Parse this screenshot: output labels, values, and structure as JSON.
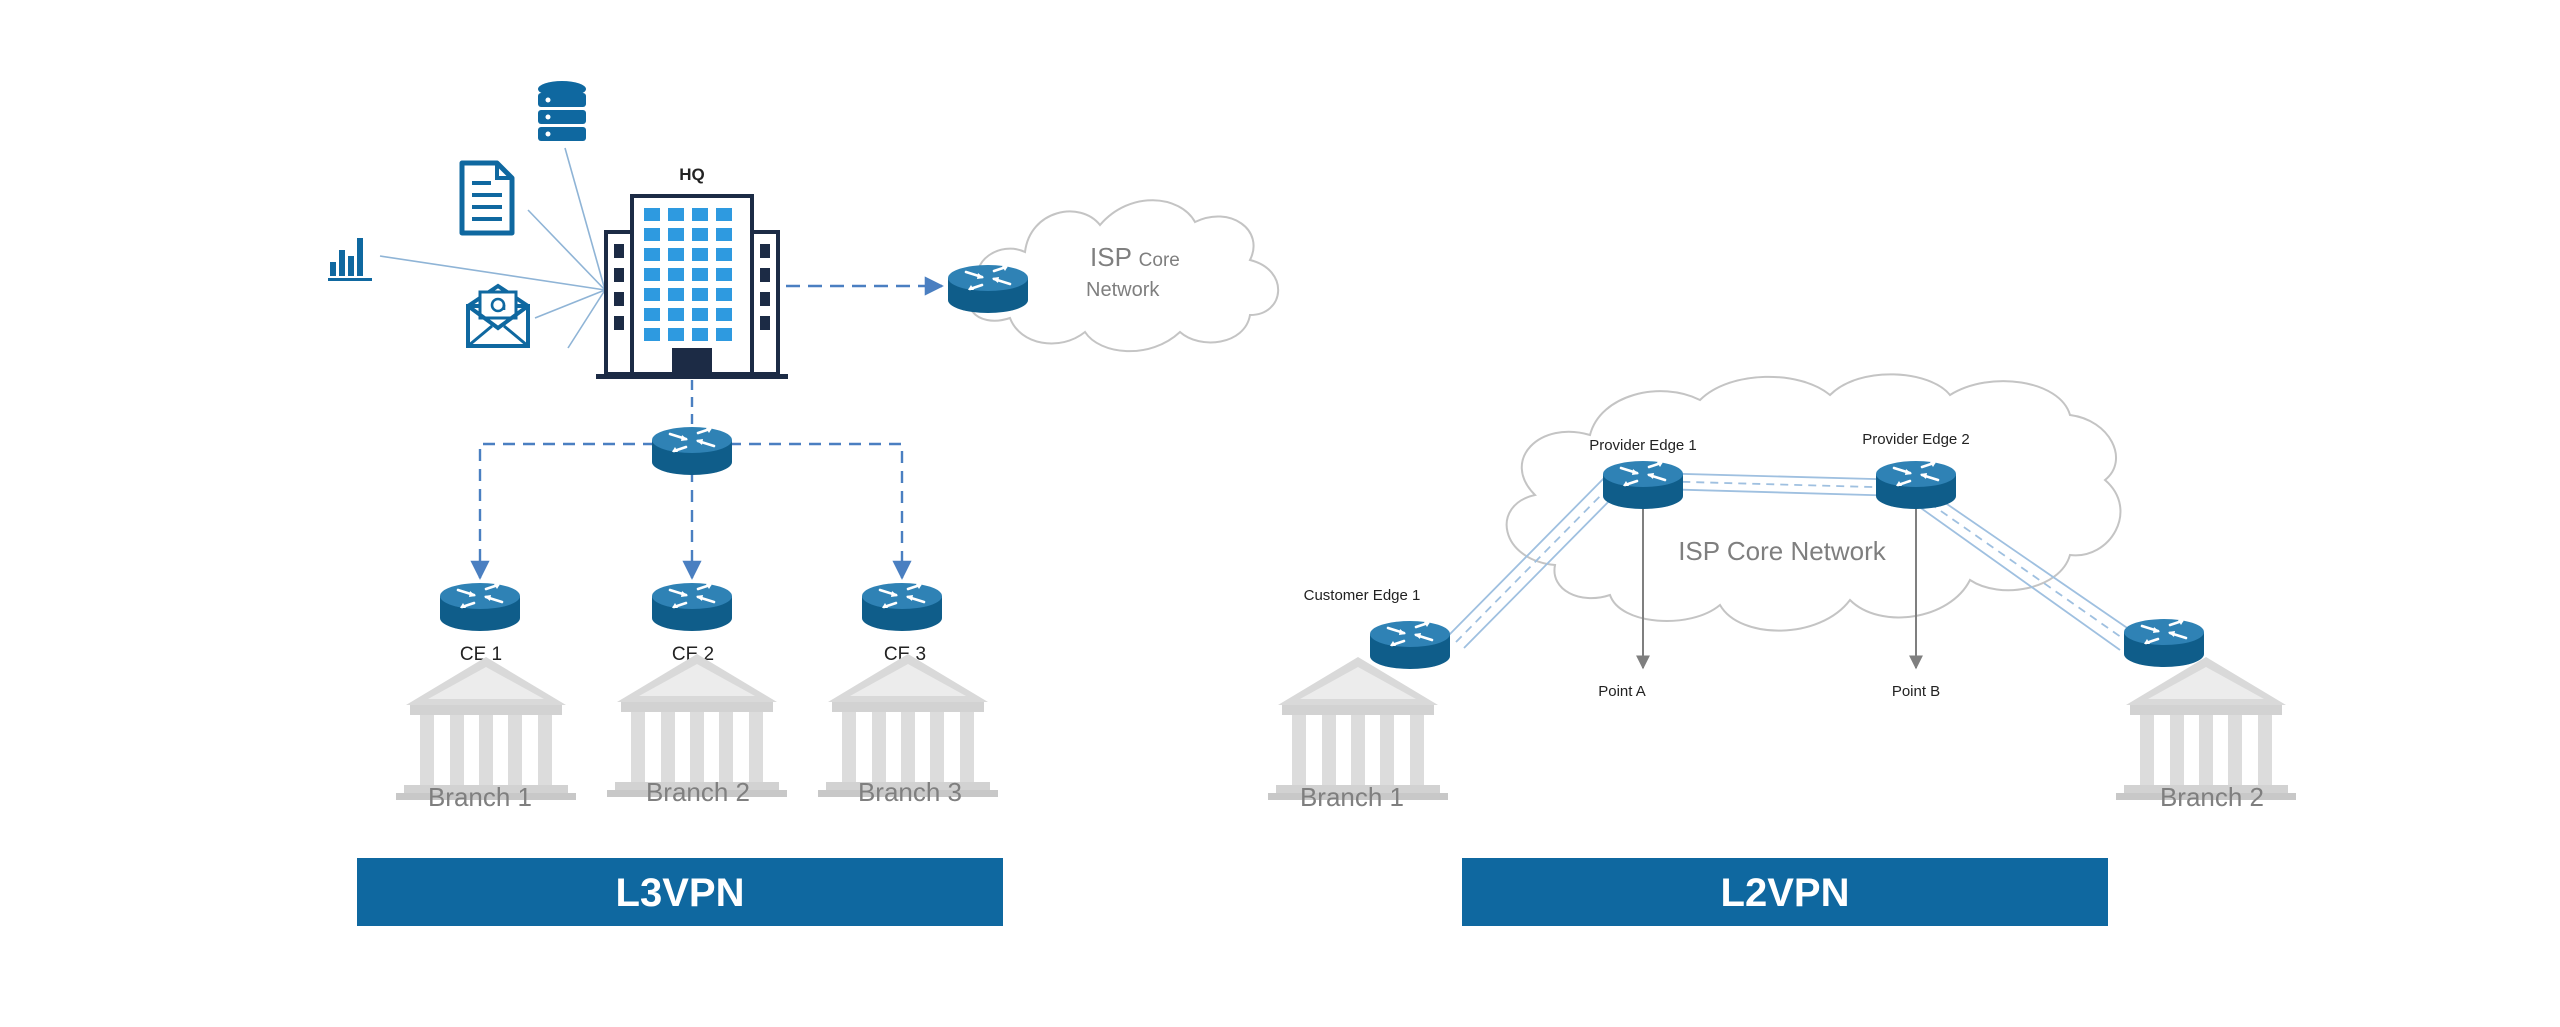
{
  "colors": {
    "router_blue": "#1f6e9c",
    "router_dark": "#0f5d8a",
    "banner": "#0f68a0",
    "link_dashed": "#4a7fc1",
    "building_grey": "#d6d6d6",
    "cloud_stroke": "#bdbdbd",
    "icon_blue": "#0f68a0",
    "hq_navy": "#1c2b45",
    "hq_window": "#2e9ae0"
  },
  "l3vpn": {
    "banner": "L3VPN",
    "hq_label": "HQ",
    "cloud_line1_big": "ISP",
    "cloud_line1_small": "Core",
    "cloud_line2": "Network",
    "icons": [
      "database-icon",
      "document-icon",
      "bar-chart-icon",
      "email-icon"
    ],
    "ce": [
      "CE 1",
      "CE 2",
      "CE 3"
    ],
    "branches": [
      "Branch 1",
      "Branch 2",
      "Branch 3"
    ]
  },
  "l2vpn": {
    "banner": "L2VPN",
    "cloud_label": "ISP Core Network",
    "pe1": "Provider Edge 1",
    "pe2": "Provider Edge 2",
    "ce1": "Customer Edge 1",
    "point_a": "Point A",
    "point_b": "Point B",
    "branch1": "Branch 1",
    "branch2": "Branch 2"
  }
}
